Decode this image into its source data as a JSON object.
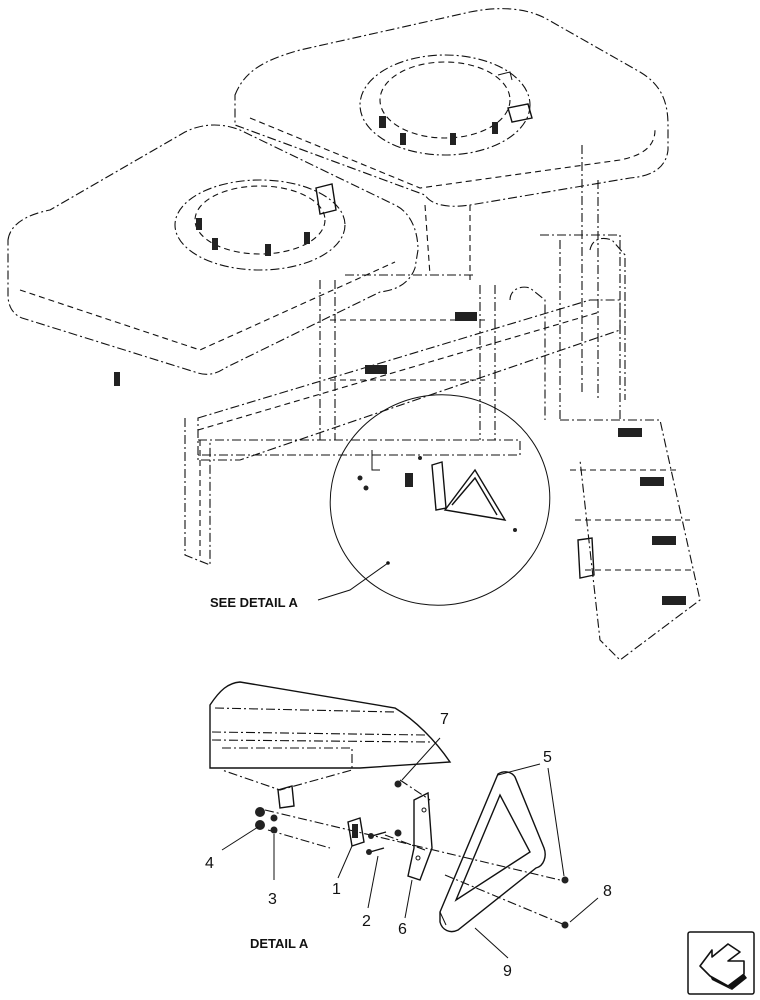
{
  "labels": {
    "see_detail": "SEE DETAIL  A",
    "detail_title": "DETAIL A"
  },
  "callouts": {
    "c1": "1",
    "c2": "2",
    "c3": "3",
    "c4": "4",
    "c5": "5",
    "c6": "6",
    "c7": "7",
    "c8": "8",
    "c9": "9"
  },
  "icons": {
    "nav": "next-page-arrow-icon"
  }
}
